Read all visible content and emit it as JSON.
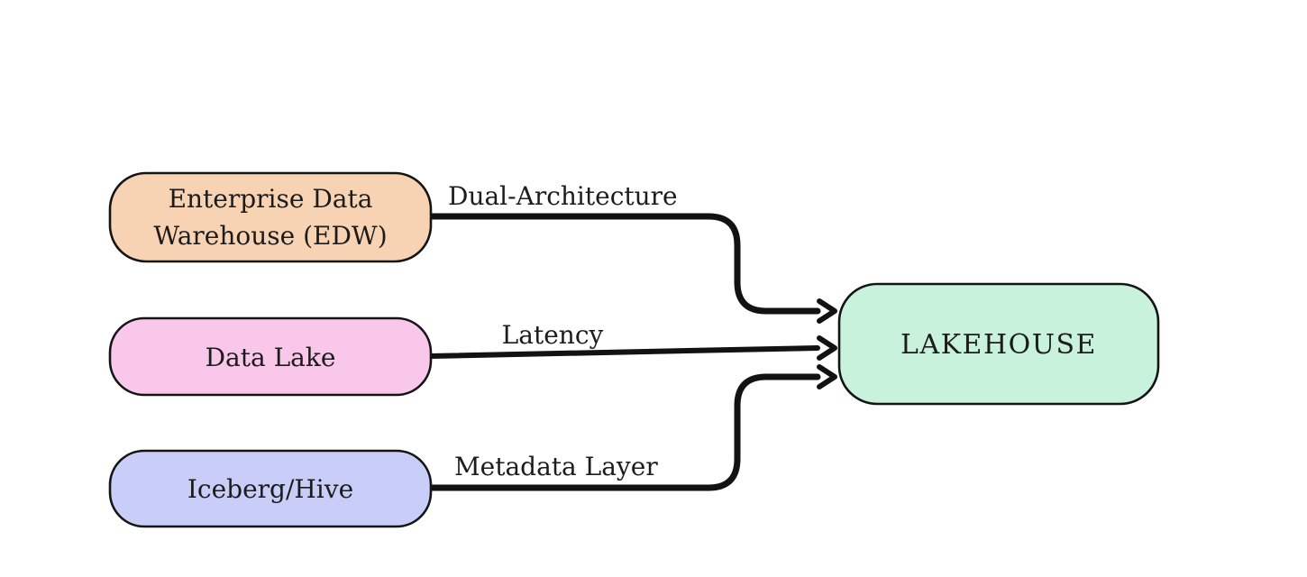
{
  "diagram": {
    "background": "#ffffff",
    "stroke_color": "#121212",
    "text_color": "#1c1c1c",
    "nodes": [
      {
        "id": "edw",
        "label_lines": [
          "Enterprise Data",
          "Warehouse (EDW)"
        ],
        "fill": "#f8d3b3"
      },
      {
        "id": "data-lake",
        "label": "Data Lake",
        "fill": "#f9c7ea"
      },
      {
        "id": "iceberg-hive",
        "label": "Iceberg/Hive",
        "fill": "#c8cef8"
      },
      {
        "id": "lakehouse",
        "label": "LAKEHOUSE",
        "fill": "#c9f2dc"
      }
    ],
    "edges": [
      {
        "from": "edw",
        "to": "lakehouse",
        "label": "Dual-Architecture"
      },
      {
        "from": "data-lake",
        "to": "lakehouse",
        "label": "Latency"
      },
      {
        "from": "iceberg-hive",
        "to": "lakehouse",
        "label": "Metadata Layer"
      }
    ]
  }
}
